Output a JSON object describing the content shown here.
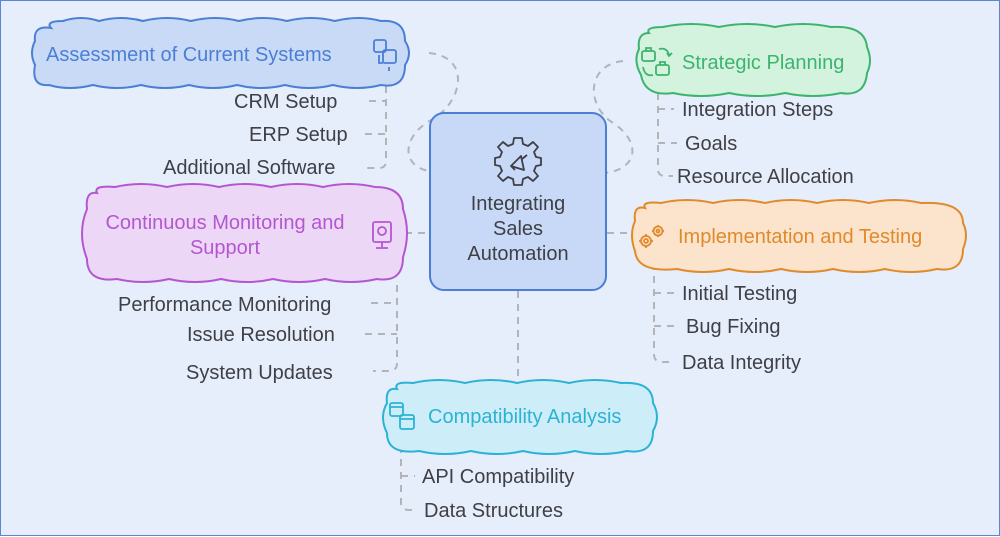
{
  "center": {
    "lines": [
      "Integrating",
      "Sales",
      "Automation"
    ],
    "icon": "gear-megaphone-icon"
  },
  "branches": {
    "assessment": {
      "title": "Assessment of Current Systems",
      "icon": "computers-icon",
      "items": [
        "CRM Setup",
        "ERP Setup",
        "Additional Software"
      ],
      "color": "#4a7fd4",
      "fill": "#c9daf7"
    },
    "planning": {
      "title": "Strategic Planning",
      "icon": "briefcase-cycle-icon",
      "items": [
        "Integration Steps",
        "Goals",
        "Resource Allocation"
      ],
      "color": "#3cb46e",
      "fill": "#d3f3df"
    },
    "monitoring": {
      "title_lines": [
        "Continuous Monitoring and",
        "Support"
      ],
      "icon": "monitor-icon",
      "items": [
        "Performance Monitoring",
        "Issue Resolution",
        "System Updates"
      ],
      "color": "#b556d1",
      "fill": "#edd7f6"
    },
    "implementation": {
      "title": "Implementation and Testing",
      "icon": "gears-icon",
      "items": [
        "Initial Testing",
        "Bug Fixing",
        "Data Integrity"
      ],
      "color": "#e08a2c",
      "fill": "#fbe3cc"
    },
    "compatibility": {
      "title": "Compatibility Analysis",
      "icon": "windows-compare-icon",
      "items": [
        "API Compatibility",
        "Data Structures"
      ],
      "color": "#2bb2d4",
      "fill": "#cdeef8"
    }
  },
  "colors": {
    "background": "#e6eefc",
    "border": "#5b86d6",
    "center_fill": "#c8d9f7",
    "center_stroke": "#4a7fd4",
    "text": "#3f3f46",
    "connector": "#b3b3b8"
  }
}
